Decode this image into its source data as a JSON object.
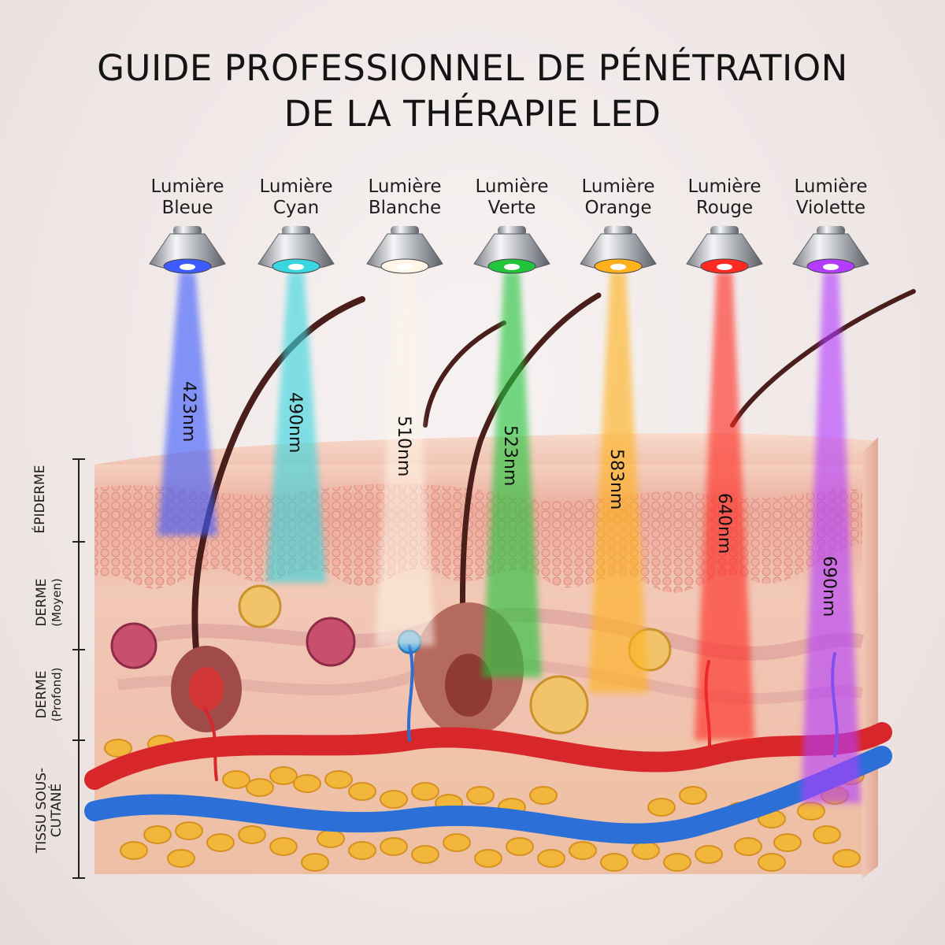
{
  "title": {
    "line1": "GUIDE PROFESSIONNEL DE PÉNÉTRATION",
    "line2": "DE LA THÉRAPIE LED"
  },
  "lights": [
    {
      "line1": "Lumière",
      "line2": "Bleue",
      "nm": "423nm",
      "color": "#3d5bff"
    },
    {
      "line1": "Lumière",
      "line2": "Cyan",
      "nm": "490nm",
      "color": "#39d6e0"
    },
    {
      "line1": "Lumière",
      "line2": "Blanche",
      "nm": "510nm",
      "color": "#fff6e8"
    },
    {
      "line1": "Lumière",
      "line2": "Verte",
      "nm": "523nm",
      "color": "#21c43a"
    },
    {
      "line1": "Lumière",
      "line2": "Orange",
      "nm": "583nm",
      "color": "#ffb21e"
    },
    {
      "line1": "Lumière",
      "line2": "Rouge",
      "nm": "640nm",
      "color": "#ff2a22"
    },
    {
      "line1": "Lumière",
      "line2": "Violette",
      "nm": "690nm",
      "color": "#b43cff"
    }
  ],
  "layers": {
    "epiderme": "ÉPIDERME",
    "derme_moyen": "DERME",
    "derme_moyen_sub": "(Moyen)",
    "derme_profond": "DERME",
    "derme_profond_sub": "(Profond)",
    "tissu_line1": "TISSU SOUS-",
    "tissu_line2": "CUTANÉ"
  },
  "colors": {
    "skin_top": "#f3c8b4",
    "epidermis": "#e8a394",
    "dermis": "#f1c2b0",
    "fat": "#f2b63a",
    "artery": "#d8272a",
    "vein": "#2c6fd6"
  }
}
